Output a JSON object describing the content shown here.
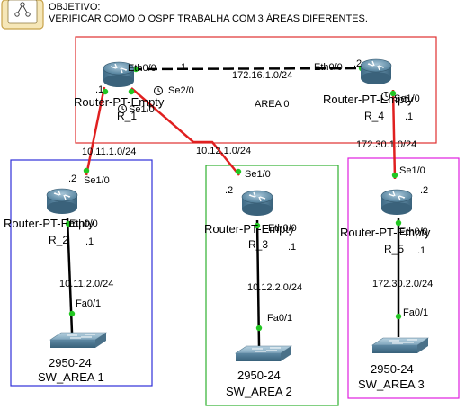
{
  "objective": {
    "line1": "OBJETIVO:",
    "line2": "VERIFICAR COMO O OSPF TRABALHA COM 3 ÁREAS DIFERENTES."
  },
  "areas": {
    "area0": {
      "label": "AREA 0",
      "color": "#e03030"
    },
    "area1": {
      "label": "SW_AREA 1",
      "color": "#3030d8"
    },
    "area2": {
      "label": "SW_AREA 2",
      "color": "#30b030"
    },
    "area3": {
      "label": "SW_AREA 3",
      "color": "#e020e0"
    }
  },
  "routers": {
    "r1": {
      "model": "Router-PT-Empty",
      "name": "R_1"
    },
    "r4": {
      "model": "Router-PT-Empty",
      "name": "R_4"
    },
    "r2": {
      "model": "Router-PT-Empty",
      "name": "R_2"
    },
    "r3": {
      "model": "Router-PT-Empty",
      "name": "R_3"
    },
    "r5": {
      "model": "Router-PT-Empty",
      "name": "R_5"
    }
  },
  "switches": {
    "sw1": {
      "model": "2950-24",
      "name": "SW_AREA 1"
    },
    "sw2": {
      "model": "2950-24",
      "name": "SW_AREA 2"
    },
    "sw3": {
      "model": "2950-24",
      "name": "SW_AREA 3"
    }
  },
  "networks": {
    "r1_r4": "172.16.1.0/24",
    "r1_r2": "10.11.1.0/24",
    "r1_r3": "10.12.1.0/24",
    "r4_r5": "172.30.1.0/24",
    "r2_sw1": "10.11.2.0/24",
    "r3_sw2": "10.12.2.0/24",
    "r5_sw3": "172.30.2.0/24"
  },
  "interfaces": {
    "r1_eth": "Eth0/0",
    "r1_eth_ip": ".1",
    "r1_se2": "Se2/0",
    "r1_se1": "Se1/0",
    "r1_se1_ip": ".1",
    "r4_eth": "Eth0/0",
    "r4_eth_ip": ".2",
    "r4_se1": "Se1/0",
    "r4_se1_ip": ".1",
    "r2_se1": "Se1/0",
    "r2_se1_ip": ".2",
    "r2_eth": "Eth0/0",
    "r2_eth_ip": ".1",
    "r3_se1": "Se1/0",
    "r3_se1_ip": ".2",
    "r3_eth": "Eth0/0",
    "r3_eth_ip": ".1",
    "r5_se1": "Se1/0",
    "r5_se1_ip": ".2",
    "r5_eth": "Eth0/0",
    "r5_eth_ip": ".1",
    "sw1_fa": "Fa0/1",
    "sw2_fa": "Fa0/1",
    "sw3_fa": "Fa0/1"
  }
}
